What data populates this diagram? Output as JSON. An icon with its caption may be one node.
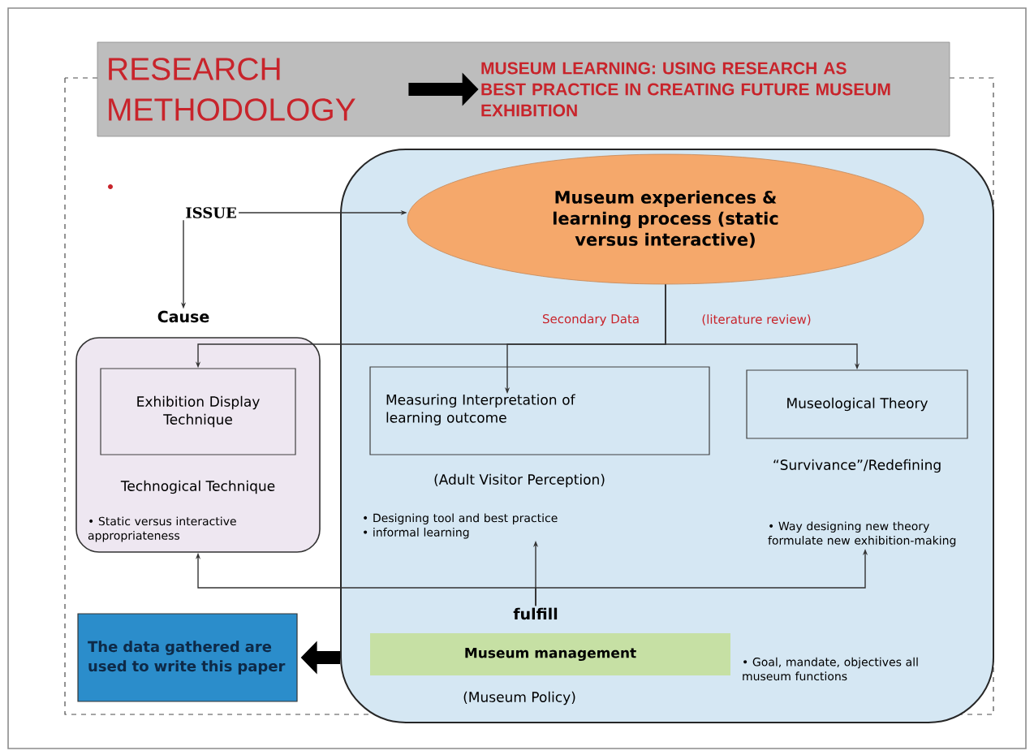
{
  "diagram": {
    "nodes": [
      {
        "text": [],
        "shape": "box"
      },
      {
        "text": [
          "RESEARCH METHODOLOGY"
        ],
        "in": 0
      },
      {
        "text": [
          "MUSEUM LEARNING: USING RESEARCH AS BEST PRACTICE IN CREATING FUTURE MUSEUM EXHIBITION"
        ],
        "in": 0
      },
      {
        "text": [
          "ISSUE"
        ]
      },
      {
        "text": [],
        "shape": "box"
      },
      {
        "text": [
          "Museum experiences & learning process (static versus interactive)"
        ],
        "in": 4
      },
      {
        "text": [
          "Cause"
        ]
      },
      {
        "text": [
          "Technogical Technique",
          "• Static versus interactive appropriateness"
        ]
      },
      {
        "text": [
          "Exhibition Display Technique"
        ],
        "in": 7
      },
      {
        "text": [
          "Measuring Interpretation of learning outcome"
        ],
        "in": 4,
        "beside": [
          "(Adult Visitor Perception)"
        ]
      },
      {
        "text": [
          "Museological Theory"
        ],
        "in": 4,
        "beside": [
          "“Survivance”/Redefining"
        ]
      },
      {
        "text": [
          "• Designing tool and best practice",
          "• informal learning"
        ],
        "in": 4
      },
      {
        "text": [
          "• Way designing  new theory formulate new exhibition-making"
        ],
        "in": 4
      },
      {
        "text": [
          "fulfill"
        ],
        "in": 4
      },
      {
        "text": [
          "Museum management"
        ],
        "in": 4,
        "beside": [
          "(Museum Policy)",
          "• Goal, mandate, objectives all museum functions"
        ]
      },
      {
        "text": [
          "The data gathered are used to write this paper"
        ]
      }
    ],
    "edges": [
      {
        "from": 1,
        "to": 2,
        "arrow": "to",
        "style": "thick"
      },
      {
        "from": 3,
        "to": 5,
        "arrow": "to"
      },
      {
        "from": 3,
        "to": 6,
        "arrow": "to"
      },
      {
        "from": 5,
        "to": 8,
        "arrow": "to"
      },
      {
        "from": 5,
        "to": 9,
        "arrow": "to"
      },
      {
        "from": 5,
        "to": 10,
        "arrow": "to"
      },
      {
        "from": 13,
        "to": 7,
        "arrow": "to"
      },
      {
        "from": 13,
        "to": 11,
        "arrow": "to"
      },
      {
        "from": 13,
        "to": 12,
        "arrow": "to"
      },
      {
        "from": 4,
        "to": 15,
        "arrow": "to",
        "style": "thick"
      }
    ],
    "labels": [
      "Secondary Data",
      "(literature review)"
    ]
  }
}
